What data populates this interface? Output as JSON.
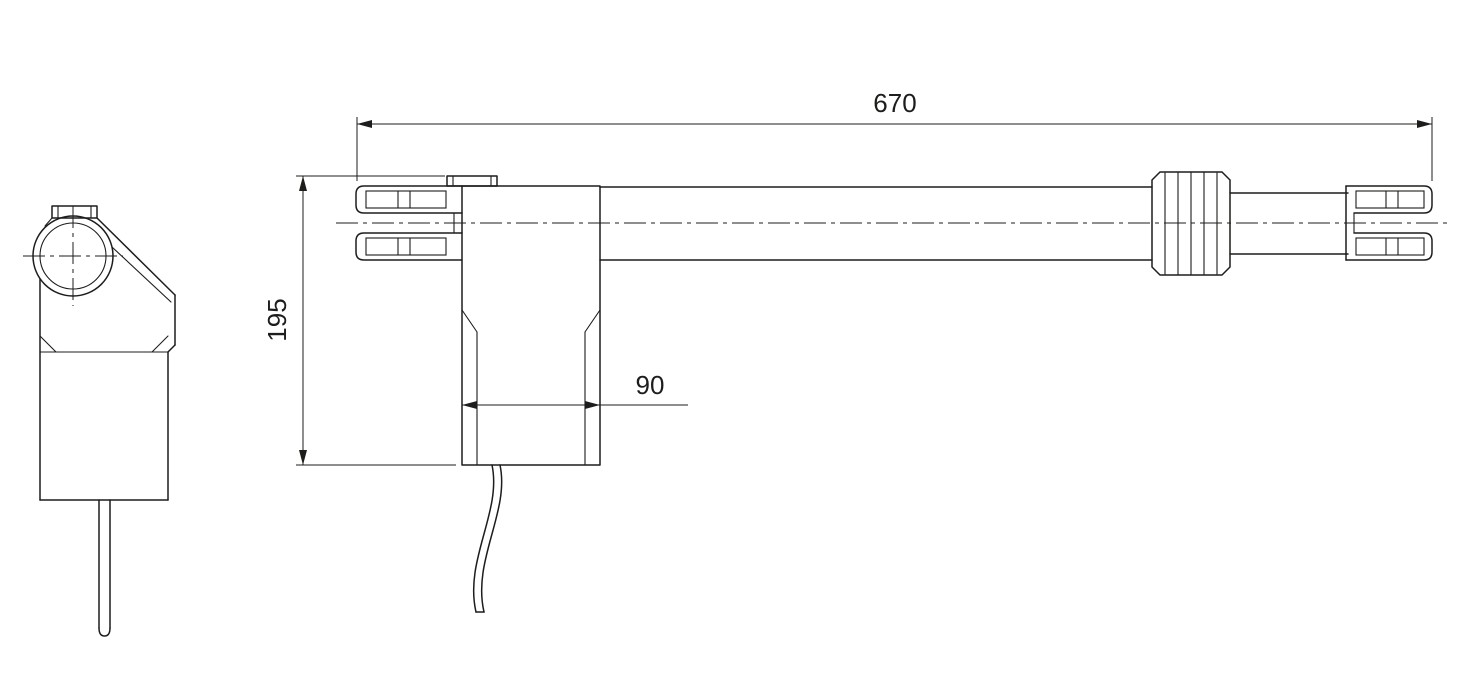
{
  "colors": {
    "line": "#1d1d1b",
    "background": "#ffffff"
  },
  "drawing": {
    "dimensions": {
      "overall_length": "670",
      "overall_height": "195",
      "motor_housing_width": "90"
    }
  }
}
